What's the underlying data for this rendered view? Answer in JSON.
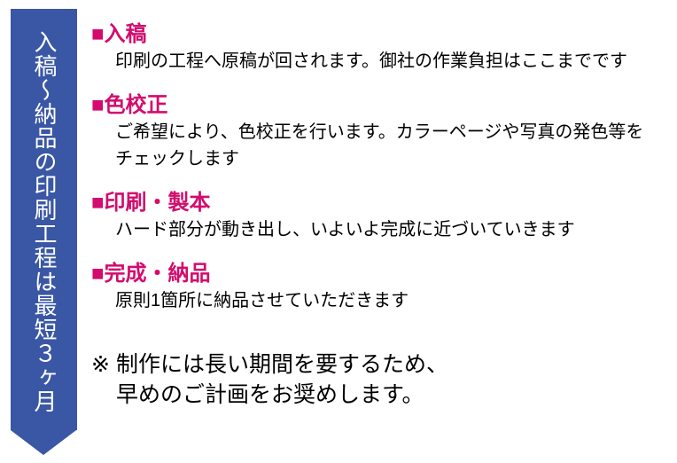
{
  "banner": {
    "text": "入稿〜納品の印刷工程は最短３ヶ月",
    "bg_color": "#3A57A5",
    "text_color": "#FFFFFF",
    "shape": "downward-arrow"
  },
  "sections": [
    {
      "bullet": "■",
      "title": "入稿",
      "lines": [
        "印刷の工程へ原稿が回されます。御社の作業負担はここまでです"
      ]
    },
    {
      "bullet": "■",
      "title": "色校正",
      "lines": [
        "ご希望により、色校正を行います。カラーページや写真の発色等を",
        "チェックします"
      ]
    },
    {
      "bullet": "■",
      "title": "印刷・製本",
      "lines": [
        "ハード部分が動き出し、いよいよ完成に近づいていきます"
      ]
    },
    {
      "bullet": "■",
      "title": "完成・納品",
      "lines": [
        "原則1箇所に納品させていただきます"
      ]
    }
  ],
  "note": {
    "marker": "※",
    "lines": [
      "制作には長い期間を要するため、",
      "早めのご計画をお奨めします。"
    ]
  },
  "colors": {
    "accent_magenta": "#D30B6E",
    "banner_blue": "#3A57A5",
    "body_text": "#000000",
    "background": "#FFFFFF"
  }
}
